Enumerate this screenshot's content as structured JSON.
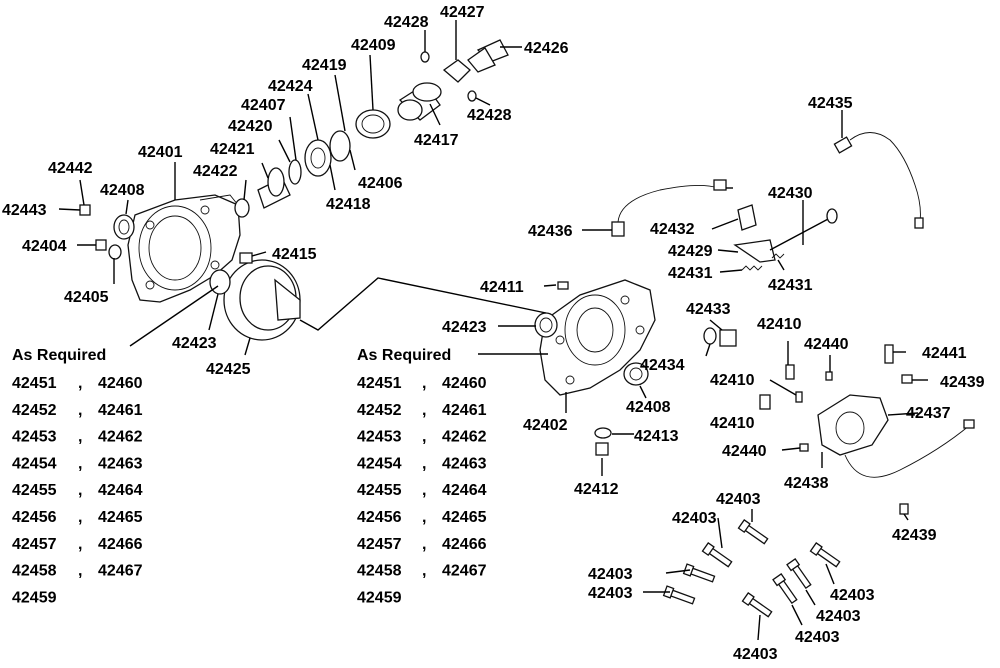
{
  "labels": {
    "p42401": "42401",
    "p42402": "42402",
    "p42403": "42403",
    "p42404": "42404",
    "p42405": "42405",
    "p42406": "42406",
    "p42407": "42407",
    "p42408": "42408",
    "p42409": "42409",
    "p42410": "42410",
    "p42411": "42411",
    "p42412": "42412",
    "p42413": "42413",
    "p42415": "42415",
    "p42417": "42417",
    "p42418": "42418",
    "p42419": "42419",
    "p42420": "42420",
    "p42421": "42421",
    "p42422": "42422",
    "p42423": "42423",
    "p42424": "42424",
    "p42425": "42425",
    "p42426": "42426",
    "p42427": "42427",
    "p42428": "42428",
    "p42429": "42429",
    "p42430": "42430",
    "p42431": "42431",
    "p42432": "42432",
    "p42433": "42433",
    "p42434": "42434",
    "p42435": "42435",
    "p42436": "42436",
    "p42437": "42437",
    "p42438": "42438",
    "p42439": "42439",
    "p42440": "42440",
    "p42441": "42441",
    "p42442": "42442",
    "p42443": "42443"
  },
  "lists": {
    "left": {
      "heading": "As Required",
      "col1": [
        "42451",
        "42452",
        "42453",
        "42454",
        "42455",
        "42456",
        "42457",
        "42458",
        "42459"
      ],
      "col2": [
        "42460",
        "42461",
        "42462",
        "42463",
        "42464",
        "42465",
        "42466",
        "42467"
      ]
    },
    "right": {
      "heading": "As Required",
      "col1": [
        "42451",
        "42452",
        "42453",
        "42454",
        "42455",
        "42456",
        "42457",
        "42458",
        "42459"
      ],
      "col2": [
        "42460",
        "42461",
        "42462",
        "42463",
        "42464",
        "42465",
        "42466",
        "42467"
      ]
    },
    "separator": ","
  }
}
